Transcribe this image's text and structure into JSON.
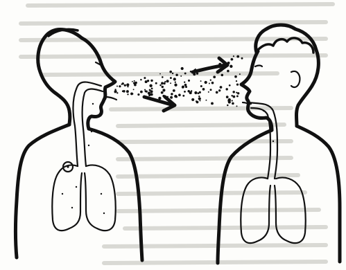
{
  "figure": {
    "domain": "Diagram",
    "colors": {
      "ink": "#111111",
      "paper": "#fdfdfb",
      "bleed": "#d9d9d4"
    },
    "droplet_spray": {
      "seed": 7,
      "count": 150
    },
    "icons": [
      "person-left-icon",
      "person-right-icon",
      "arrow-right-icon",
      "droplet-cloud-icon"
    ]
  }
}
